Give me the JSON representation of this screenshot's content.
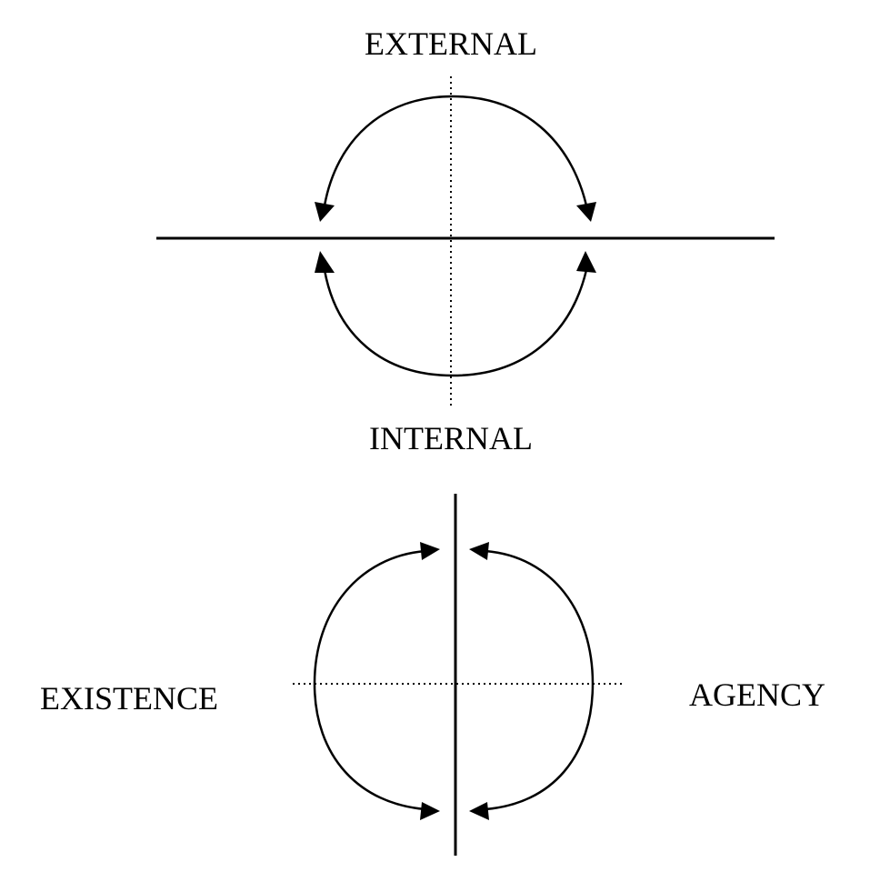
{
  "diagrams": [
    {
      "id": "external-internal",
      "top_label": "EXTERNAL",
      "bottom_label": "INTERNAL"
    },
    {
      "id": "existence-agency",
      "left_label": "EXISTENCE",
      "right_label": "AGENCY"
    }
  ],
  "colors": {
    "ink": "#000000",
    "background": "#ffffff"
  }
}
